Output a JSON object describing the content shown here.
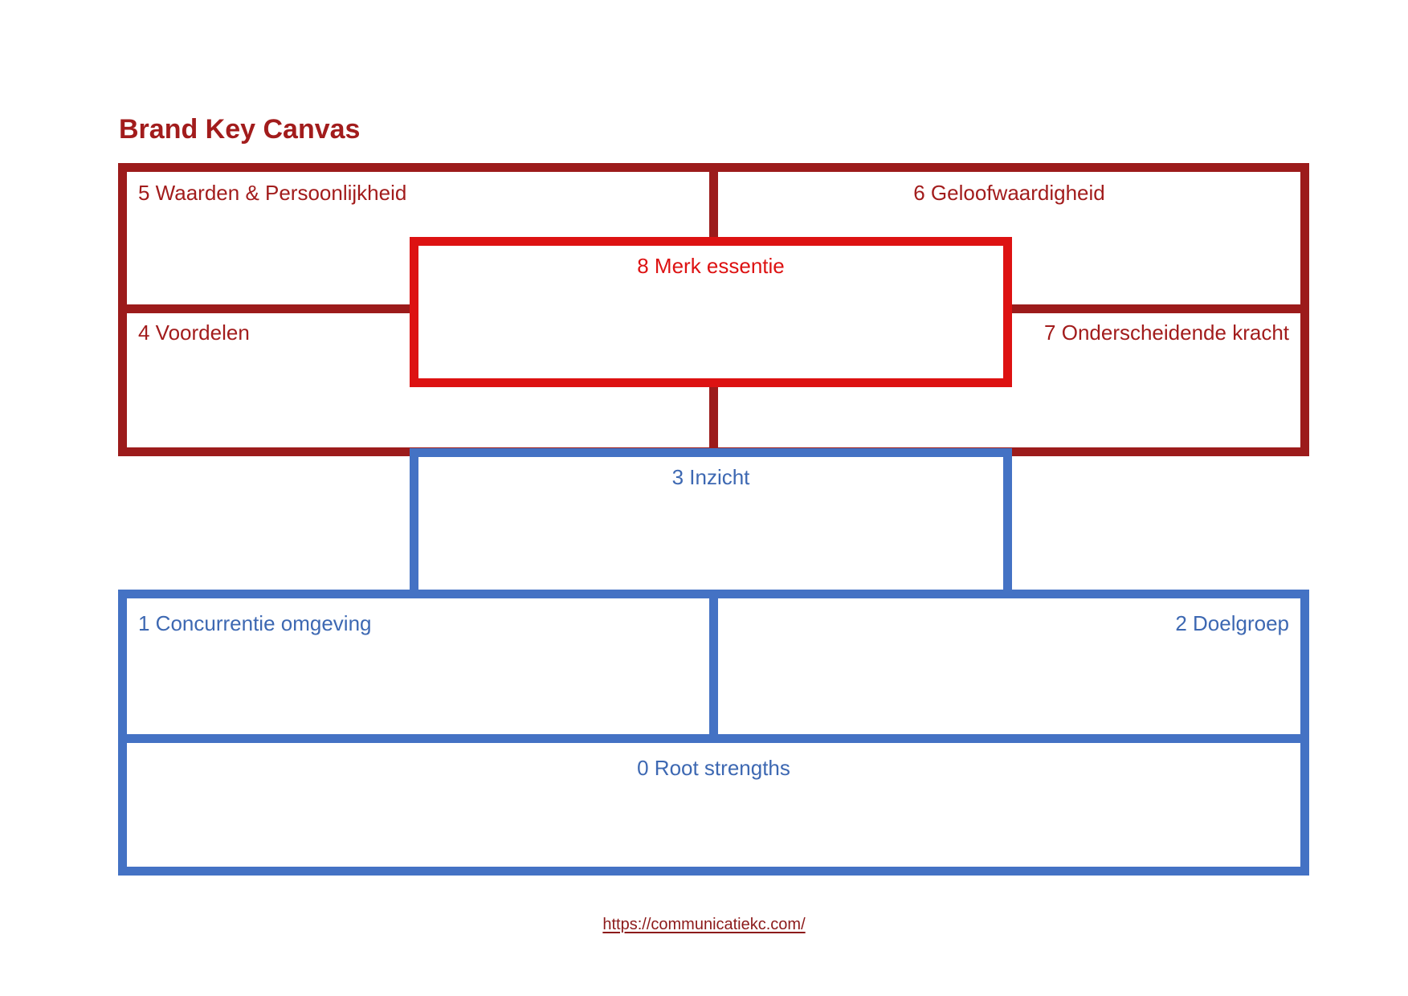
{
  "title": "Brand Key Canvas",
  "colors": {
    "dark_red": "#9C1B1B",
    "red_text": "#A21C1C",
    "bright_red": "#DD1212",
    "blue": "#4472C4",
    "blue_text": "#3D68B2",
    "link": "#8C1A1A"
  },
  "boxes": {
    "waarden": {
      "label": "5 Waarden & Persoonlijkheid"
    },
    "geloofwaardigheid": {
      "label": "6 Geloofwaardigheid"
    },
    "merk_essentie": {
      "label": "8 Merk essentie"
    },
    "voordelen": {
      "label": "4 Voordelen"
    },
    "onderscheidende_kracht": {
      "label": "7 Onderscheidende kracht"
    },
    "inzicht": {
      "label": "3 Inzicht"
    },
    "concurrentie_omgeving": {
      "label": "1 Concurrentie omgeving"
    },
    "doelgroep": {
      "label": "2 Doelgroep"
    },
    "root_strengths": {
      "label": "0 Root strengths"
    }
  },
  "footer": {
    "link_text": "https://communicatiekc.com/",
    "link_href": "https://communicatiekc.com/"
  }
}
